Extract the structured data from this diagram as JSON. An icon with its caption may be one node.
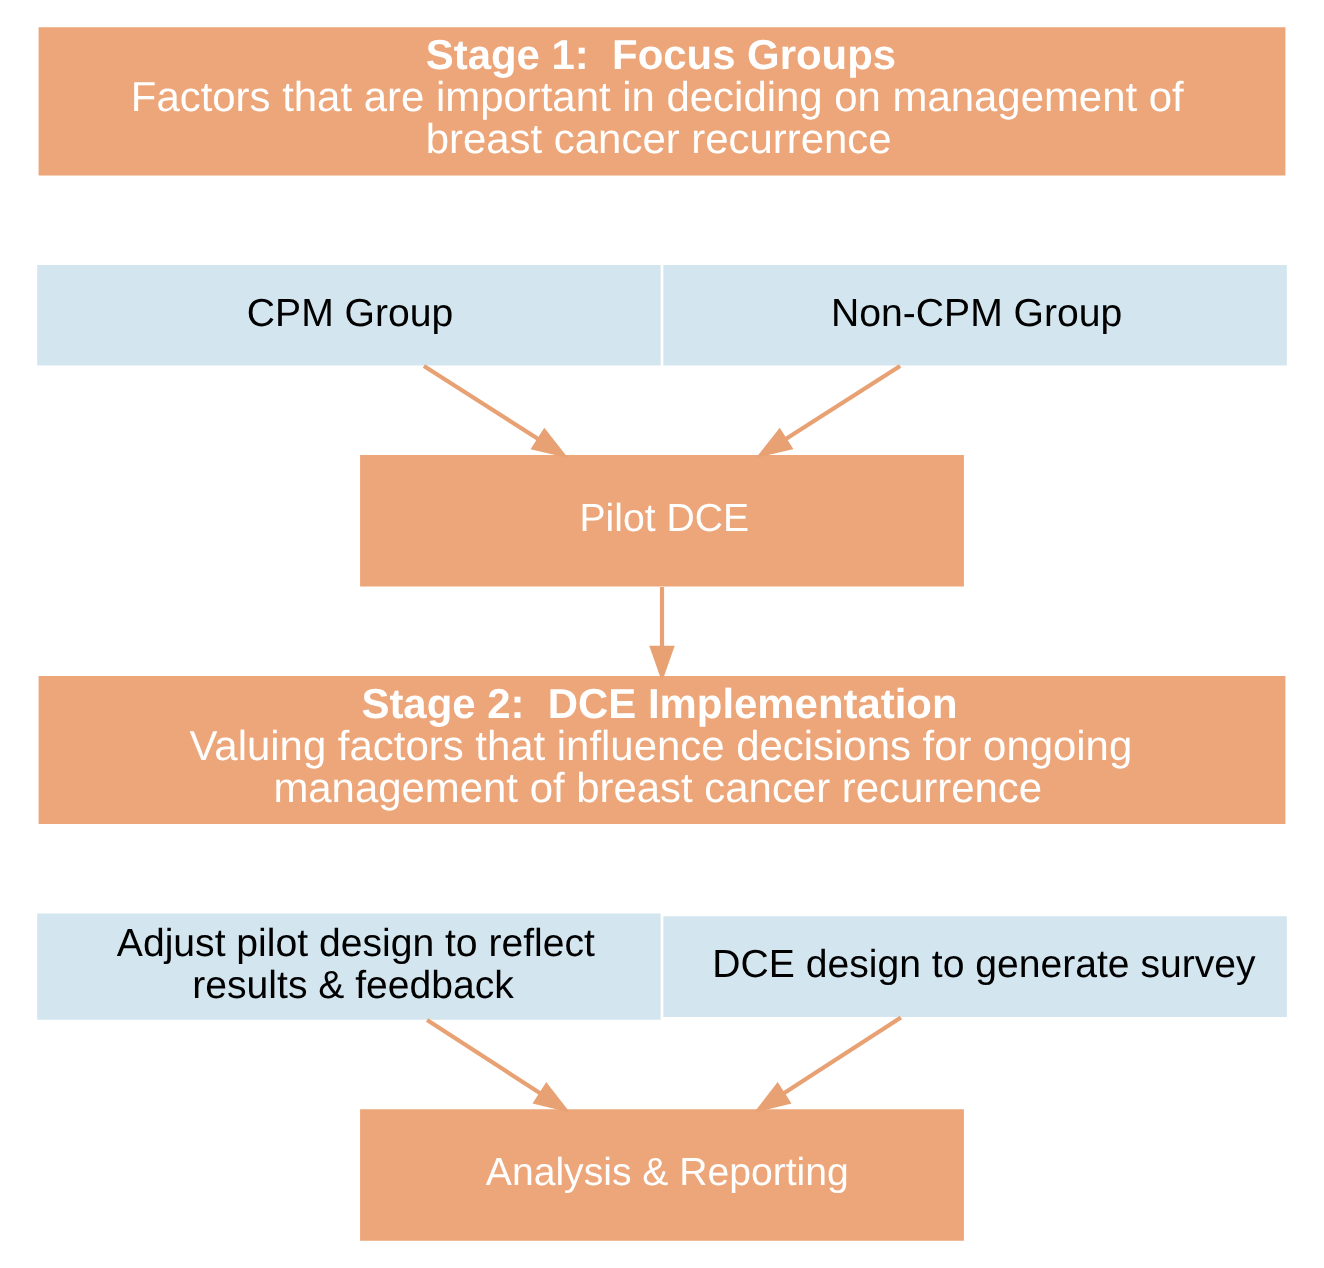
{
  "diagram": {
    "nodes": [
      {
        "text": [
          "Stage 1:  Focus Groups",
          "Factors that are important in deciding on management of breast cancer recurrence"
        ]
      },
      {
        "text": [
          "CPM Group"
        ]
      },
      {
        "text": [
          "Non-CPM Group"
        ]
      },
      {
        "text": [
          "Pilot DCE"
        ]
      },
      {
        "text": [
          "Stage 2:  DCE Implementation",
          "Valuing factors that influence decisions for ongoing management of breast cancer recurrence"
        ]
      },
      {
        "text": [
          "Adjust pilot design to reflect results & feedback"
        ]
      },
      {
        "text": [
          "DCE design to generate survey"
        ]
      },
      {
        "text": [
          "Analysis & Reporting"
        ]
      }
    ],
    "edges": [
      {
        "from": 1,
        "to": 3,
        "arrow": "to"
      },
      {
        "from": 2,
        "to": 3,
        "arrow": "to"
      },
      {
        "from": 3,
        "to": 4,
        "arrow": "to"
      },
      {
        "from": 5,
        "to": 7,
        "arrow": "to"
      },
      {
        "from": 6,
        "to": 7,
        "arrow": "to"
      }
    ]
  }
}
